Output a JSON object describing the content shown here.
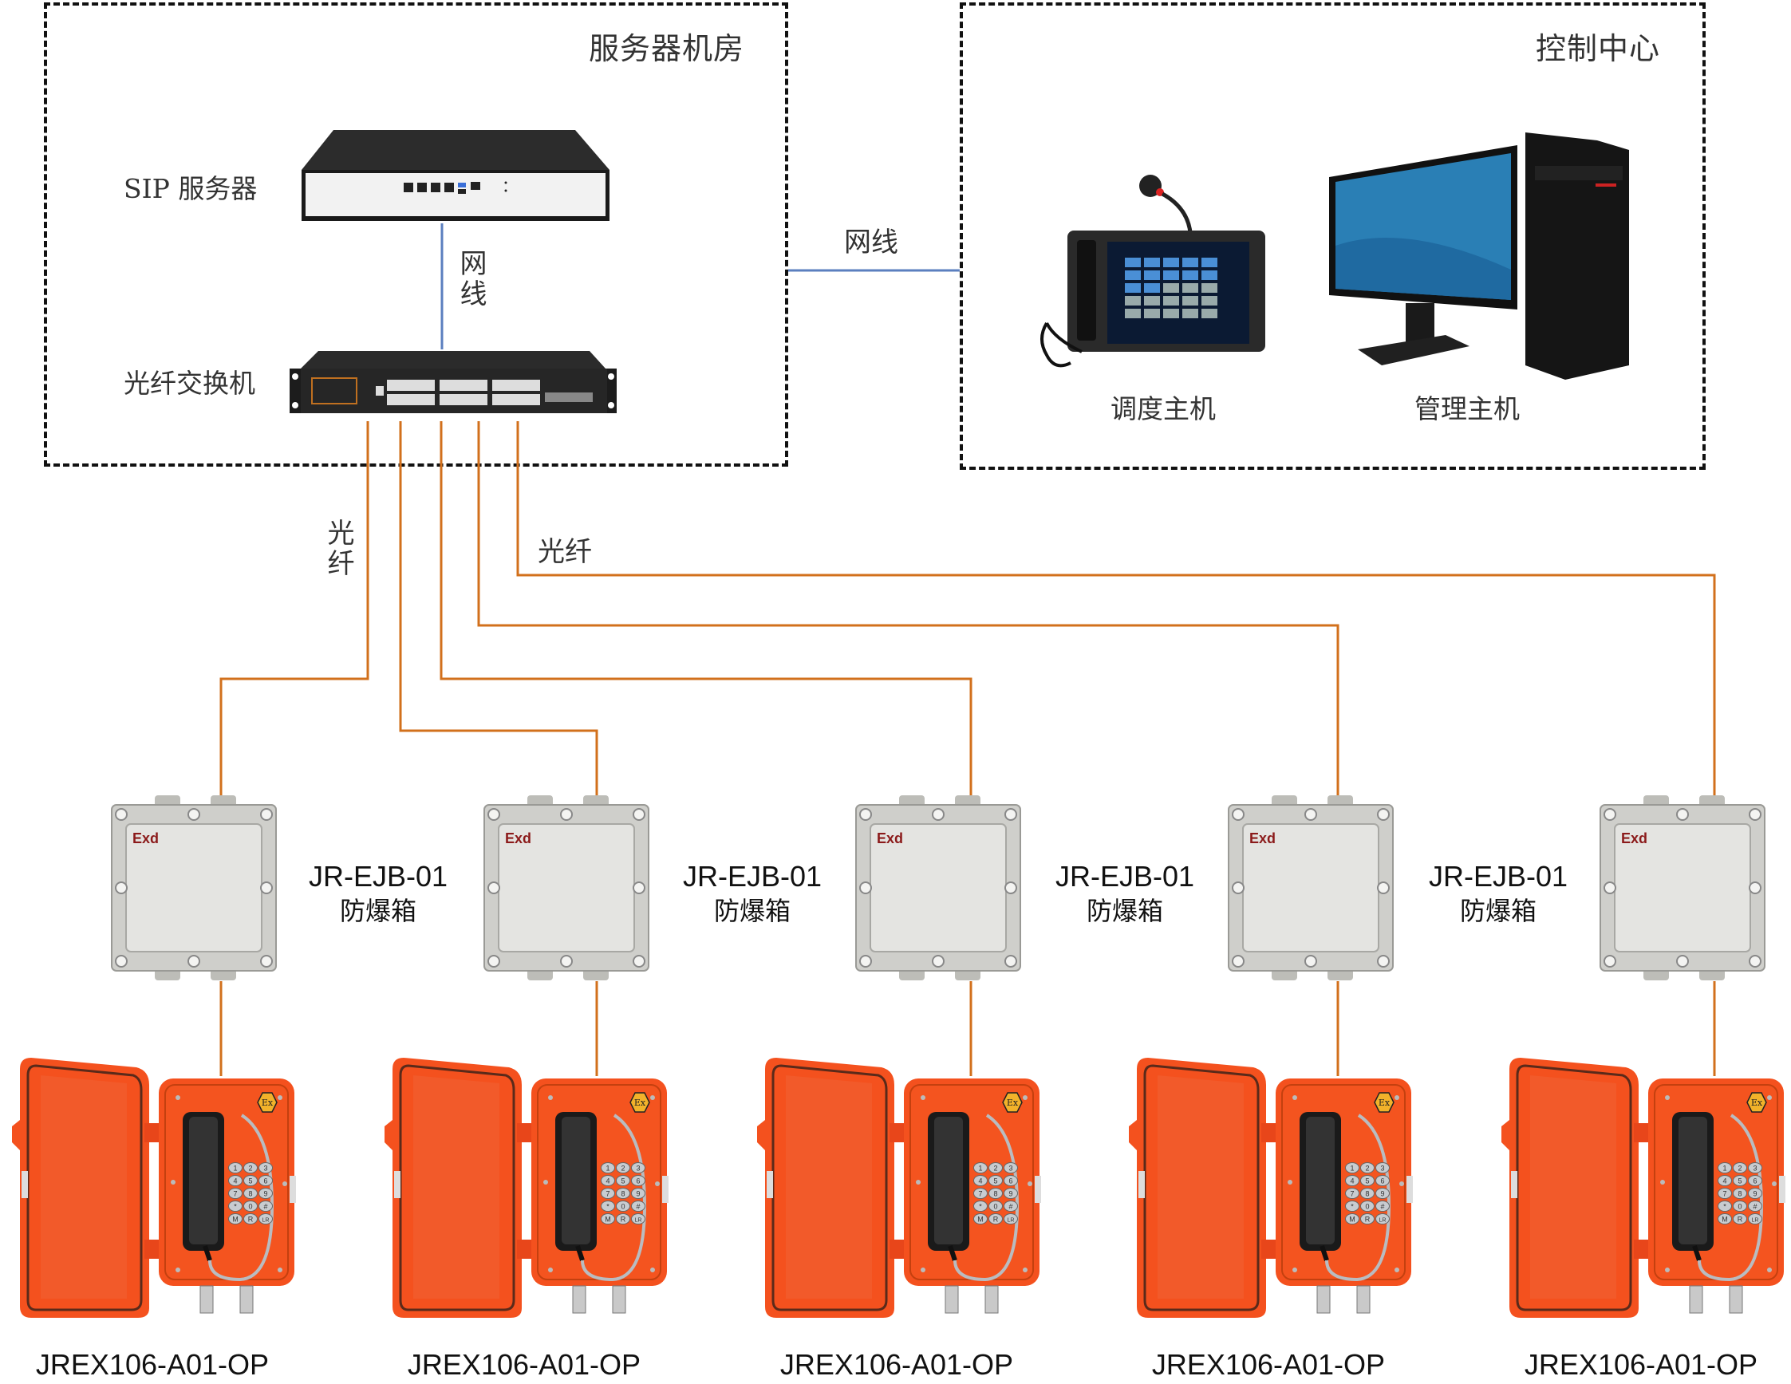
{
  "zones": {
    "server_room": {
      "title": "服务器机房"
    },
    "control_center": {
      "title": "控制中心"
    }
  },
  "server_room": {
    "sip_server": {
      "label": "SIP 服务器",
      "icon": "server-appliance-icon"
    },
    "fiber_switch": {
      "label": "光纤交换机",
      "icon": "network-switch-icon"
    },
    "link_label": "网线"
  },
  "control_center": {
    "dispatch_host": {
      "label": "调度主机",
      "icon": "dispatch-console-icon"
    },
    "management_host": {
      "label": "管理主机",
      "icon": "desktop-computer-icon"
    }
  },
  "connections": {
    "ethernet_label": "网线",
    "fiber_label_vertical": "光纤",
    "fiber_label_horizontal": "光纤",
    "colors": {
      "ethernet": "#5b7fbf",
      "fiber": "#d2701c"
    }
  },
  "junction_boxes": [
    {
      "model": "JR-EJB-01",
      "name": "防爆箱",
      "mark": "Exd"
    },
    {
      "model": "JR-EJB-01",
      "name": "防爆箱",
      "mark": "Exd"
    },
    {
      "model": "JR-EJB-01",
      "name": "防爆箱",
      "mark": "Exd"
    },
    {
      "model": "JR-EJB-01",
      "name": "防爆箱",
      "mark": "Exd"
    },
    {
      "model": "JR-EJB-01",
      "name": "防爆箱",
      "mark": "Exd"
    }
  ],
  "box_labels": [
    {
      "model": "JR-EJB-01",
      "name": "防爆箱"
    },
    {
      "model": "JR-EJB-01",
      "name": "防爆箱"
    },
    {
      "model": "JR-EJB-01",
      "name": "防爆箱"
    },
    {
      "model": "JR-EJB-01",
      "name": "防爆箱"
    }
  ],
  "phones": [
    {
      "model": "JREX106-A01-OP",
      "ex_mark": "Ex"
    },
    {
      "model": "JREX106-A01-OP",
      "ex_mark": "Ex"
    },
    {
      "model": "JREX106-A01-OP",
      "ex_mark": "Ex"
    },
    {
      "model": "JREX106-A01-OP",
      "ex_mark": "Ex"
    },
    {
      "model": "JREX106-A01-OP",
      "ex_mark": "Ex"
    }
  ],
  "keypad": [
    "1",
    "2",
    "3",
    "4",
    "5",
    "6",
    "7",
    "8",
    "9",
    "*",
    "0",
    "#",
    "M",
    "R",
    "LR"
  ],
  "colors": {
    "phone_body": "#f4511e",
    "box_metal": "#d9d9d6",
    "exd_text": "#8b1a1a",
    "ex_badge": "#f2b22a"
  }
}
